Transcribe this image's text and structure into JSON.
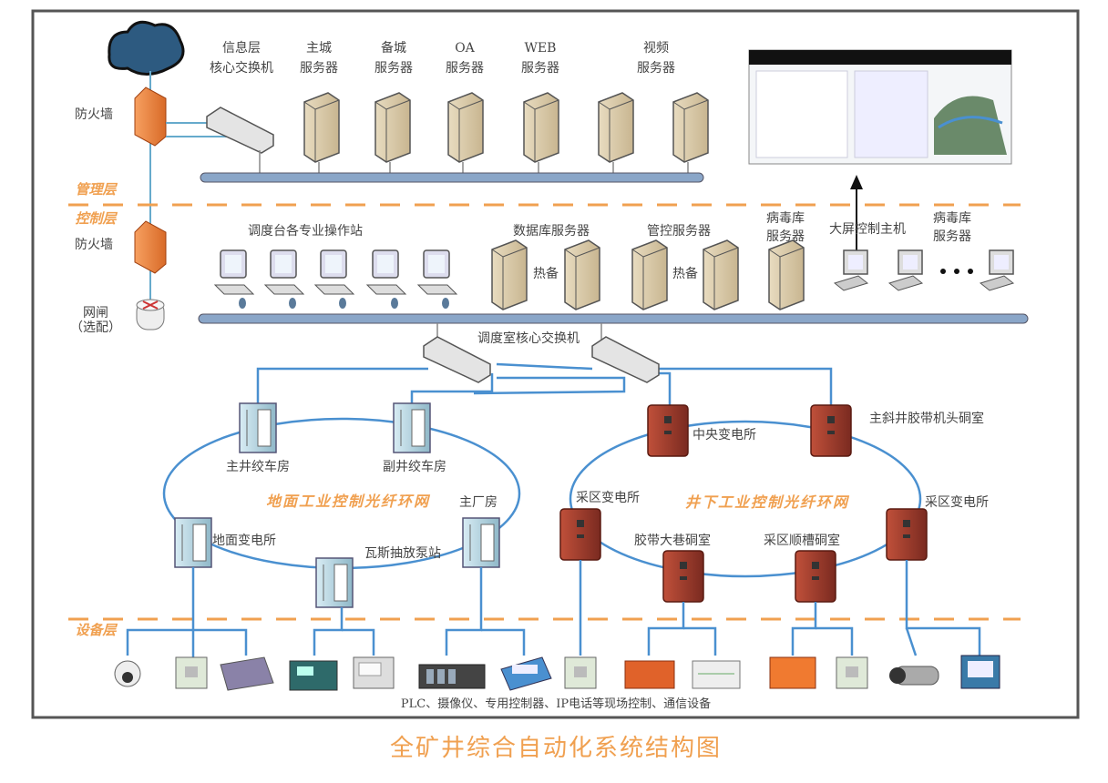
{
  "layers": {
    "management": "管理层",
    "control": "控制层",
    "device": "设备层"
  },
  "colors": {
    "accent": "#f0a050",
    "link": "#4a90d0",
    "bus": "#8aa6c8"
  },
  "management": {
    "firewall": "防火墙",
    "core_switch": [
      "信息层",
      "核心交换机"
    ],
    "servers": [
      [
        "主城",
        "服务器"
      ],
      [
        "备城",
        "服务器"
      ],
      [
        "OA",
        "服务器"
      ],
      [
        "WEB",
        "服务器"
      ],
      [
        "视频",
        "服务器"
      ]
    ]
  },
  "control": {
    "firewall": "防火墙",
    "gateway": [
      "网闸",
      "（选配）"
    ],
    "workstations": "调度台各专业操作站",
    "db_server": "数据库服务器",
    "mgmt_server": "管控服务器",
    "hot_standby": "热备",
    "virus_server_1": [
      "病毒库",
      "服务器"
    ],
    "big_screen_host": "大屏控制主机",
    "virus_server_2": [
      "病毒库",
      "服务器"
    ],
    "core_switch": "调度室核心交换机"
  },
  "surface_ring": {
    "label": "地面工业控制光纤环网",
    "nodes": [
      "主井绞车房",
      "副井绞车房",
      "地面变电所",
      "瓦斯抽放泵站",
      "主厂房"
    ]
  },
  "underground_ring": {
    "label": "井下工业控制光纤环网",
    "nodes": [
      "中央变电所",
      "主斜井胶带机头硐室",
      "采区变电所",
      "采区变电所",
      "胶带大巷硐室",
      "采区顺槽硐室"
    ]
  },
  "devices_caption": "PLC、摄像仪、专用控制器、IP电话等现场控制、通信设备",
  "title": "全矿井综合自动化系统结构图"
}
